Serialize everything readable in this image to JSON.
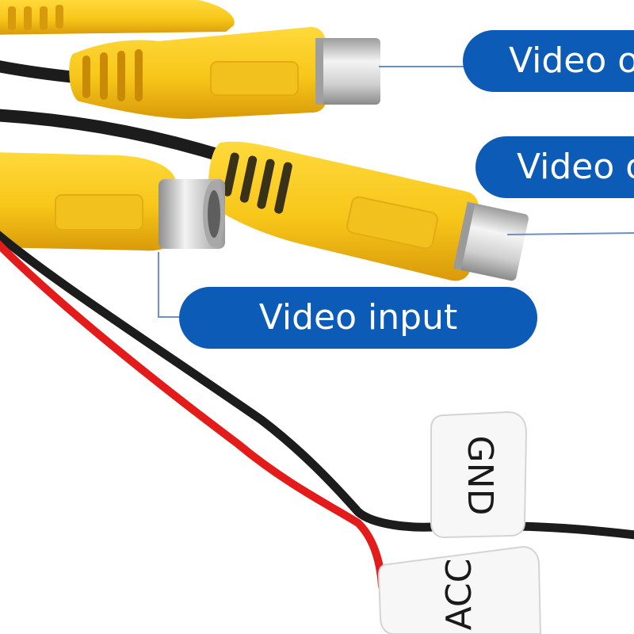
{
  "labels": {
    "video_output_1": "Video o",
    "video_output_2": "Video o",
    "video_input": "Video input",
    "gnd_tag": "GND",
    "acc_tag": "ACC"
  },
  "colors": {
    "label_fill": "#0b5bb7",
    "label_text": "#ffffff",
    "rca_yellow": "#f7c619",
    "rca_yellow_dark": "#e2a70f",
    "rca_grip_dark": "#3a3218",
    "metal_silver": "#d8d8d8",
    "cable_black": "#1c1c1c",
    "cable_red": "#e31b1b",
    "leader_line": "#6d8fc7"
  }
}
